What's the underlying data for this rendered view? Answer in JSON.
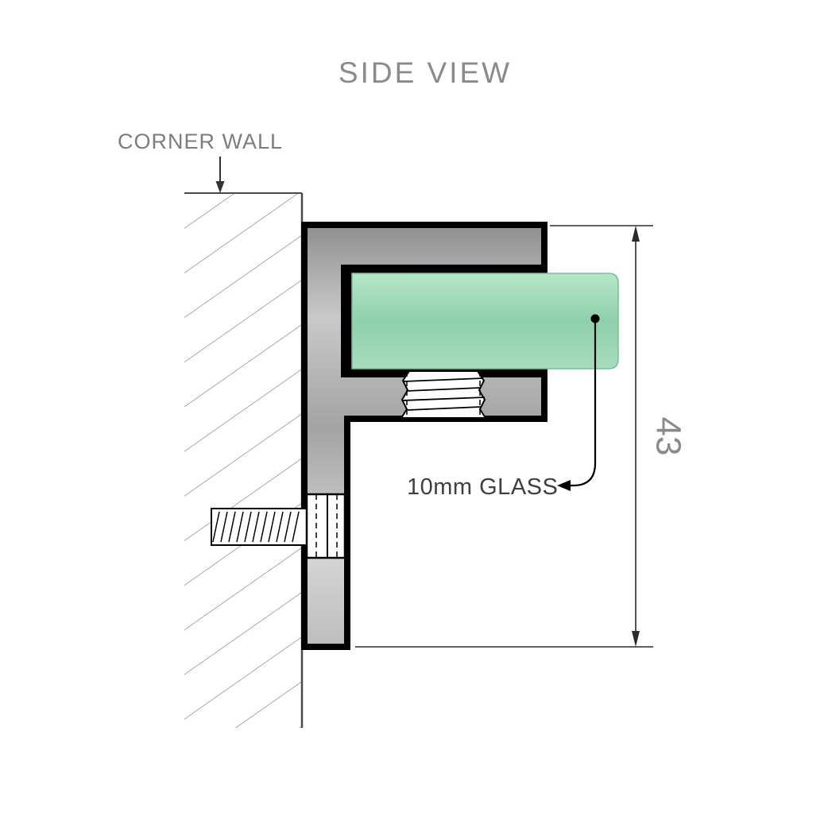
{
  "diagram": {
    "title": "SIDE VIEW",
    "wall_label": "CORNER WALL",
    "glass_label": "10mm GLASS",
    "dimension_value": "43",
    "colors": {
      "glass_light": "#b7e6ca",
      "glass_mid": "#8fd0ab",
      "glass_dark": "#a6dcbe",
      "glass_stroke": "#79bd98",
      "metal_dark": "#8f8f8f",
      "metal_mid": "#c9c9c9",
      "metal_light": "#d6d6d6",
      "outline": "#000000",
      "hatch_gray": "#9b9b9b",
      "wall_line": "#4a4a4a",
      "dim_line": "#2a2a2a"
    }
  }
}
